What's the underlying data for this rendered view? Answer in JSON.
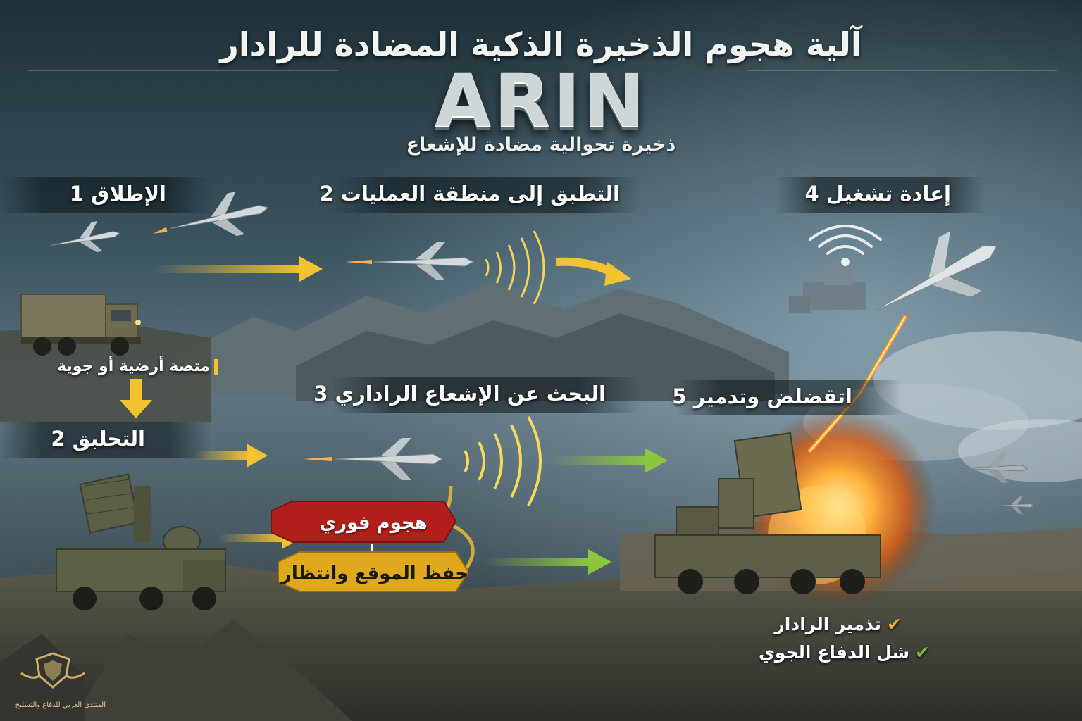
{
  "header": {
    "title": "آلية هجوم الذخيرة الذكية المضادة للرادار",
    "brand": "ARIN",
    "subtitle": "ذخيرة تحوالية مضادة للإشعاع"
  },
  "steps": {
    "launch": {
      "num": "1",
      "label": "الإطلاق"
    },
    "to_ops": {
      "num": "2",
      "label": "التطبق إلى منطقة العمليات"
    },
    "loiter": {
      "num": "2",
      "label": "التحلبق"
    },
    "search": {
      "num": "3",
      "label": "البحث عن الإشعاع الراداري"
    },
    "restart": {
      "num": "4",
      "label": "إعادة تشغيل"
    },
    "strike": {
      "num": "5",
      "label": "اتقضلض وتدمير"
    }
  },
  "platform_tag": "متصة أرضية أو جوية",
  "decision": {
    "immediate": "هجوم فوري",
    "hold": "حفظ الموقع وانتظار"
  },
  "results": [
    {
      "label": "تذمير الرادار",
      "check_color": "#e8b428"
    },
    {
      "label": "شل الدفاع الجوي",
      "check_color": "#6fbf3a"
    }
  ],
  "logo": {
    "caption": "المنتدى العربي للدفاع والتسليح"
  },
  "colors": {
    "arrow_yellow": "#f2c230",
    "arrow_green": "#8cc63f",
    "ribbon_red": "#b3201c",
    "ribbon_yellow": "#e0a81c",
    "explosion": "#ff8a1e"
  }
}
